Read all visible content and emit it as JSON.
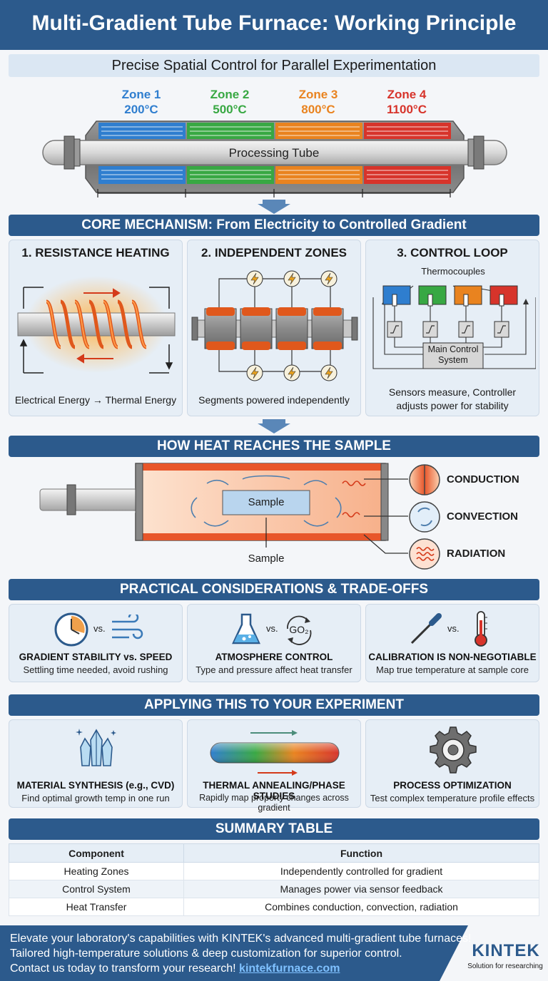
{
  "header": {
    "title": "Multi-Gradient Tube Furnace: Working Principle",
    "subtitle": "Precise Spatial Control for Parallel Experimentation"
  },
  "hero": {
    "zones": [
      {
        "name": "Zone 1",
        "temp": "200°C",
        "color": "#2f7ecf"
      },
      {
        "name": "Zone 2",
        "temp": "500°C",
        "color": "#38a843"
      },
      {
        "name": "Zone 3",
        "temp": "800°C",
        "color": "#e9831f"
      },
      {
        "name": "Zone 4",
        "temp": "1100°C",
        "color": "#d7342b"
      }
    ],
    "tube_label": "Processing Tube"
  },
  "core": {
    "banner": "CORE MECHANISM: From Electricity to Controlled Gradient",
    "panels": [
      {
        "title": "1. RESISTANCE HEATING",
        "caption": "Electrical Energy → Thermal Energy"
      },
      {
        "title": "2. INDEPENDENT ZONES",
        "caption": "Segments powered independently"
      },
      {
        "title": "3. CONTROL LOOP",
        "caption_line1": "Sensors measure, Controller",
        "caption_line2": "adjusts power for stability",
        "thermocouples_label": "Thermocouples",
        "controller_line1": "Main Control",
        "controller_line2": "System"
      }
    ]
  },
  "heat": {
    "banner": "HOW HEAT REACHES THE SAMPLE",
    "sample_box": "Sample",
    "sample_label": "Sample",
    "modes": [
      "CONDUCTION",
      "CONVECTION",
      "RADIATION"
    ]
  },
  "practical": {
    "banner": "PRACTICAL CONSIDERATIONS & TRADE-OFFS",
    "vs": "vs.",
    "gas_label": "GO₂",
    "cards": [
      {
        "title": "GRADIENT STABILITY vs. SPEED",
        "sub": "Settling time needed, avoid rushing"
      },
      {
        "title": "ATMOSPHERE CONTROL",
        "sub": "Type and pressure affect heat transfer"
      },
      {
        "title": "CALIBRATION IS NON-NEGOTIABLE",
        "sub": "Map true temperature at sample core"
      }
    ]
  },
  "apply": {
    "banner": "APPLYING THIS TO YOUR EXPERIMENT",
    "cards": [
      {
        "title": "MATERIAL SYNTHESIS (e.g., CVD)",
        "sub": "Find optimal growth temp in one run"
      },
      {
        "title": "THERMAL ANNEALING/PHASE STUDIES",
        "sub": "Rapidly map property changes across gradient"
      },
      {
        "title": "PROCESS OPTIMIZATION",
        "sub": "Test complex temperature profile effects"
      }
    ]
  },
  "summary": {
    "banner": "SUMMARY TABLE",
    "headers": [
      "Component",
      "Function"
    ],
    "rows": [
      [
        "Heating Zones",
        "Independently controlled for gradient"
      ],
      [
        "Control System",
        "Manages power via sensor feedback"
      ],
      [
        "Heat Transfer",
        "Combines conduction, convection, radiation"
      ]
    ]
  },
  "footer": {
    "line1": "Elevate your laboratory's capabilities with KINTEK's advanced multi-gradient tube furnaces!",
    "line2": "Tailored high-temperature solutions & deep customization for superior control.",
    "line3_prefix": "Contact us today to transform your research!",
    "link": "kintekfurnace.com",
    "brand": "KINTEK",
    "tagline": "Solution for researching"
  }
}
